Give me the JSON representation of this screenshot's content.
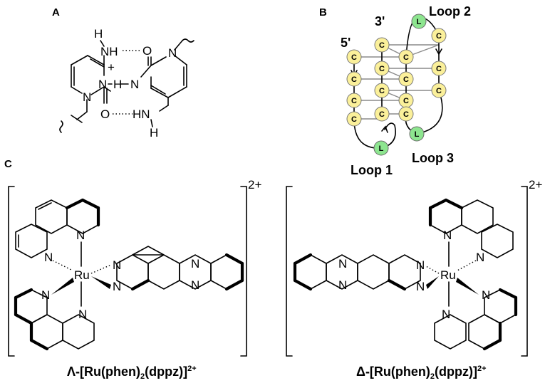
{
  "panelA": {
    "letter": "A",
    "atoms": {
      "H": "H",
      "NH": "NH",
      "O": "O",
      "N": "N",
      "plus": "+",
      "HN": "HN"
    }
  },
  "panelB": {
    "letter": "B",
    "end5": "5'",
    "end3": "3'",
    "c": "C",
    "l": "L",
    "loop1": "Loop 1",
    "loop2": "Loop 2",
    "loop3": "Loop 3"
  },
  "panelC": {
    "letter": "C",
    "ru": "Ru",
    "n": "N",
    "charge": "2+",
    "lambda_label": "Λ-[Ru(phen)",
    "delta_label": "Δ-[Ru(phen)",
    "sub2": "2",
    "dppz_part": "(dppz)]"
  }
}
